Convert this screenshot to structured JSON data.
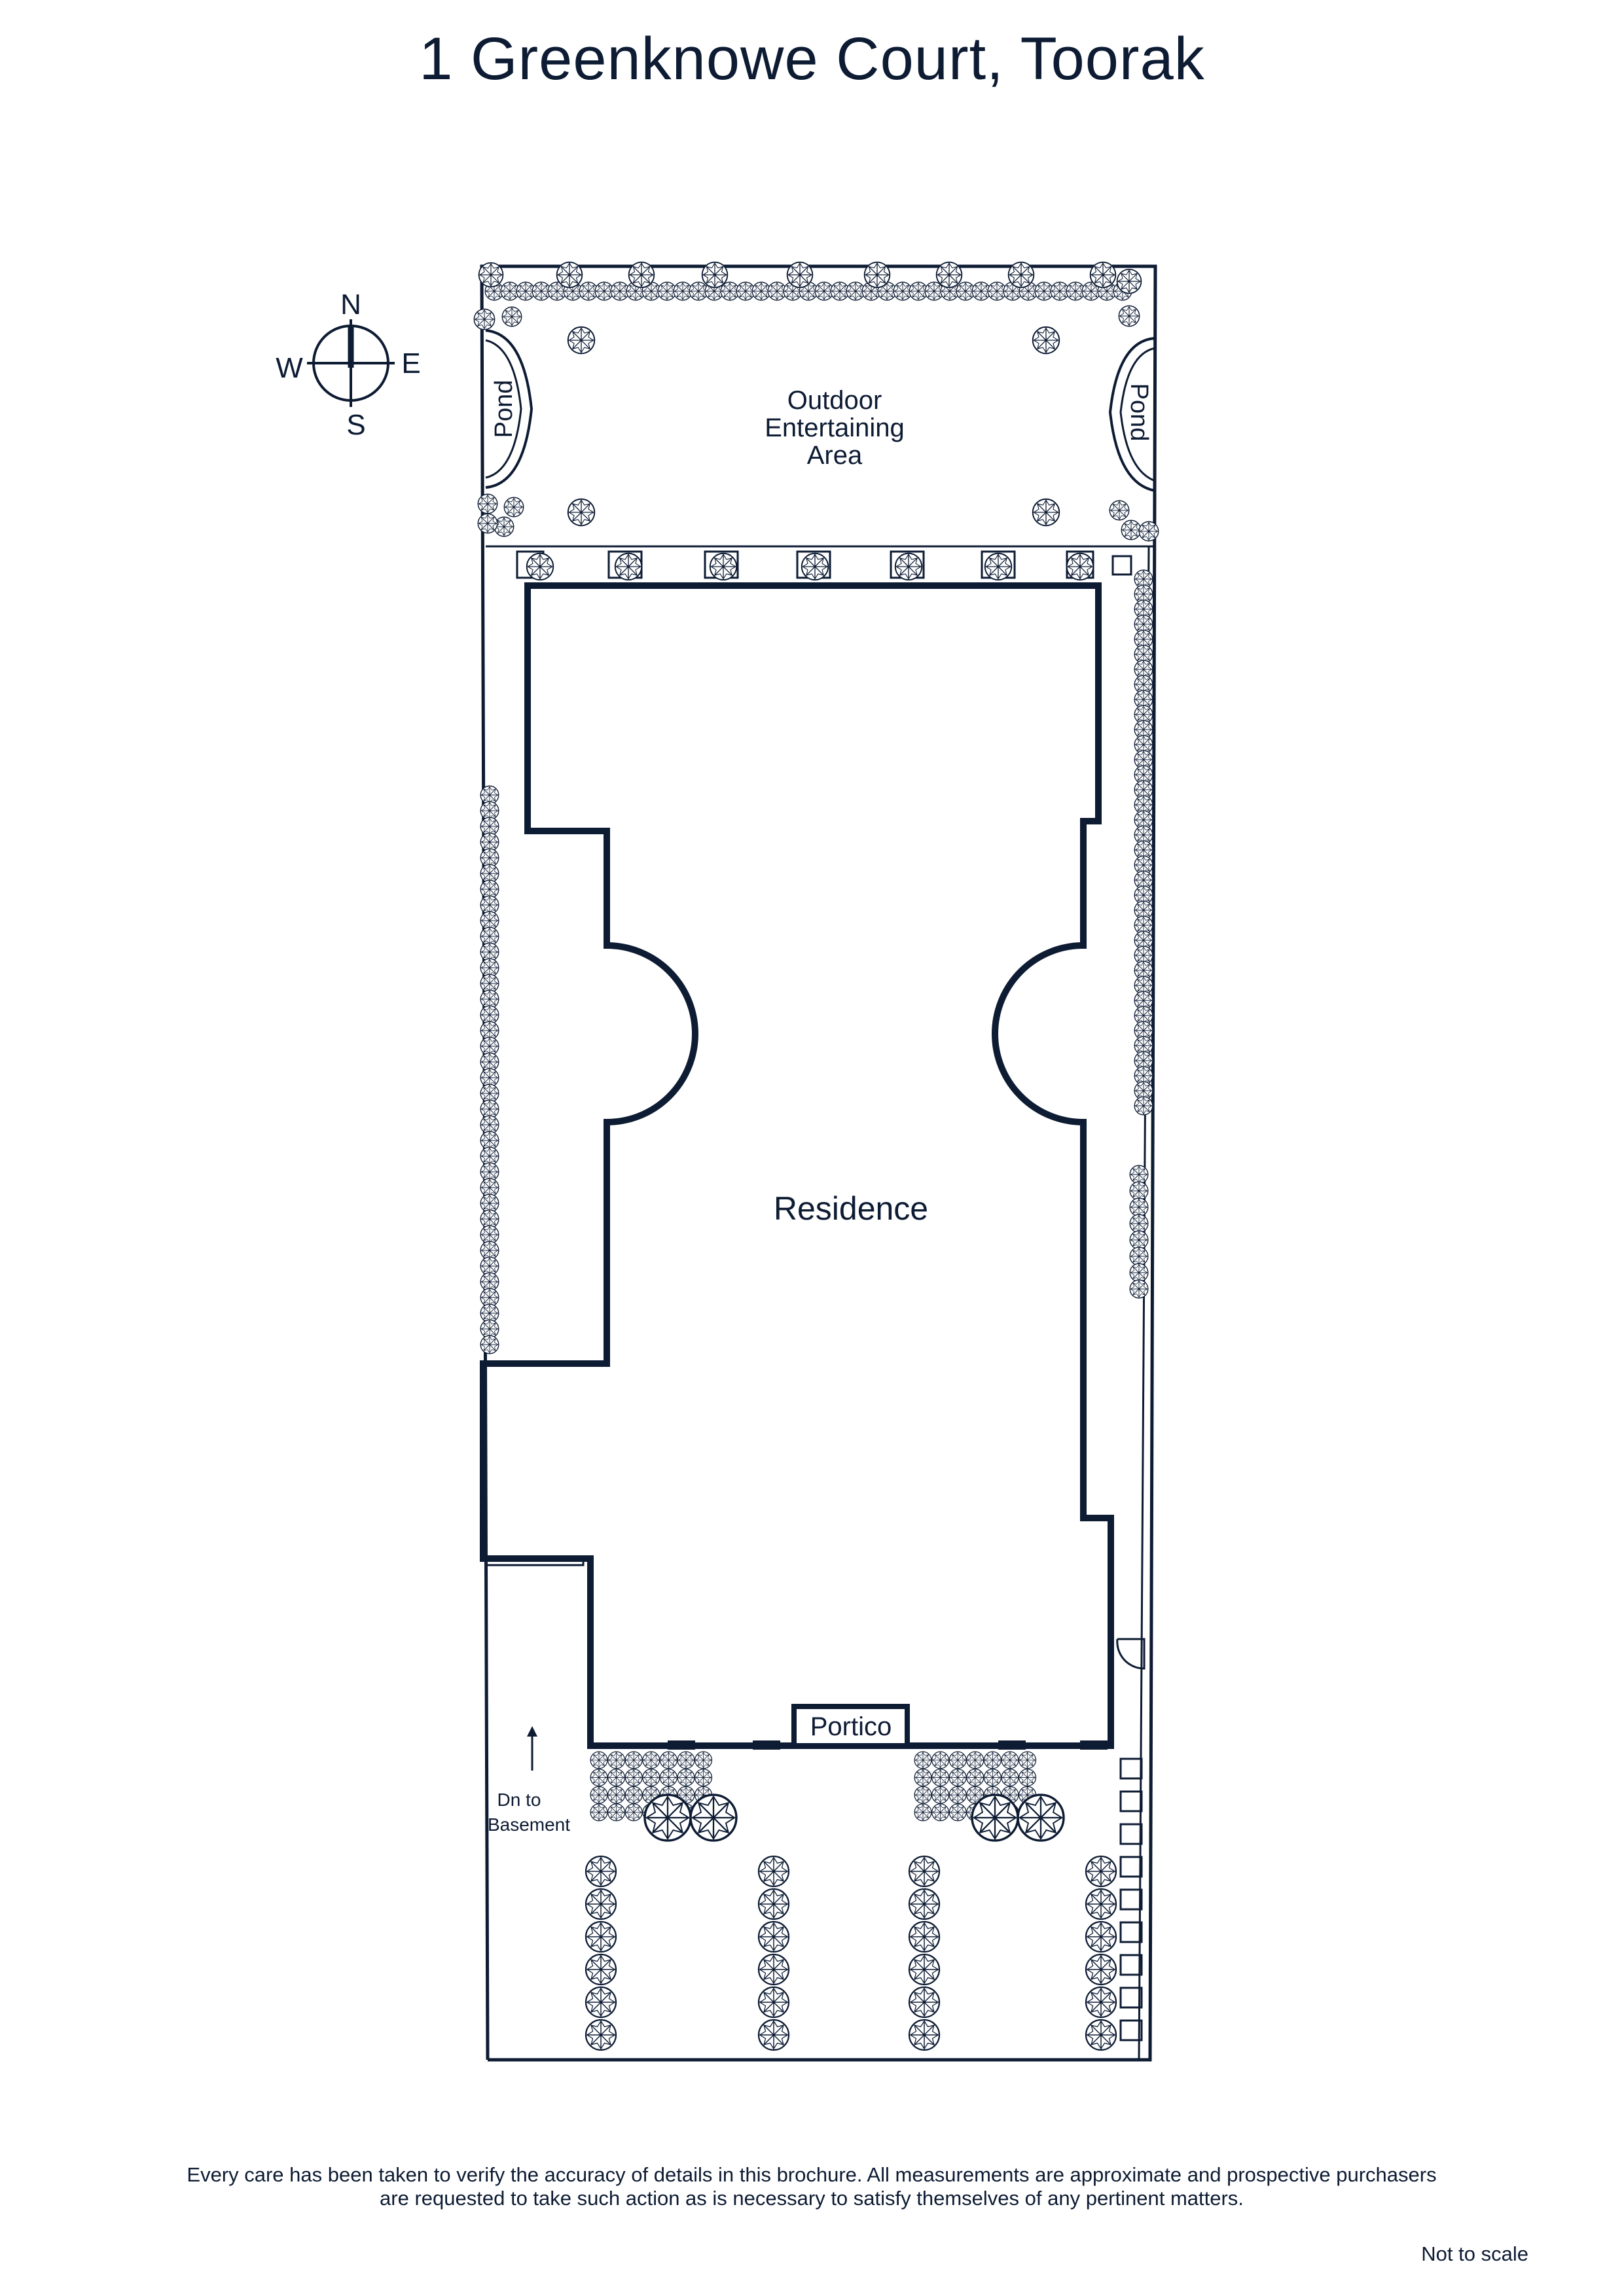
{
  "title": "1 Greenknowe Court, Toorak",
  "compass": {
    "n": "N",
    "e": "E",
    "s": "S",
    "w": "W"
  },
  "labels": {
    "pond": "Pond",
    "outdoor_area": [
      "Outdoor",
      "Entertaining",
      "Area"
    ],
    "residence": "Residence",
    "portico": "Portico",
    "basement": [
      "Dn to",
      "Basement"
    ]
  },
  "disclaimer": {
    "line1": "Every care has been taken to verify the accuracy of details in this brochure.  All measurements are approximate and prospective purchasers",
    "line2": "are requested to take such action as is necessary to satisfy themselves of any pertinent matters."
  },
  "scale_note": "Not to scale",
  "colors": {
    "ink": "#0d1b33",
    "background": "#ffffff"
  },
  "icons": [
    "tree-icon",
    "compass-icon",
    "arrow-up-icon"
  ]
}
